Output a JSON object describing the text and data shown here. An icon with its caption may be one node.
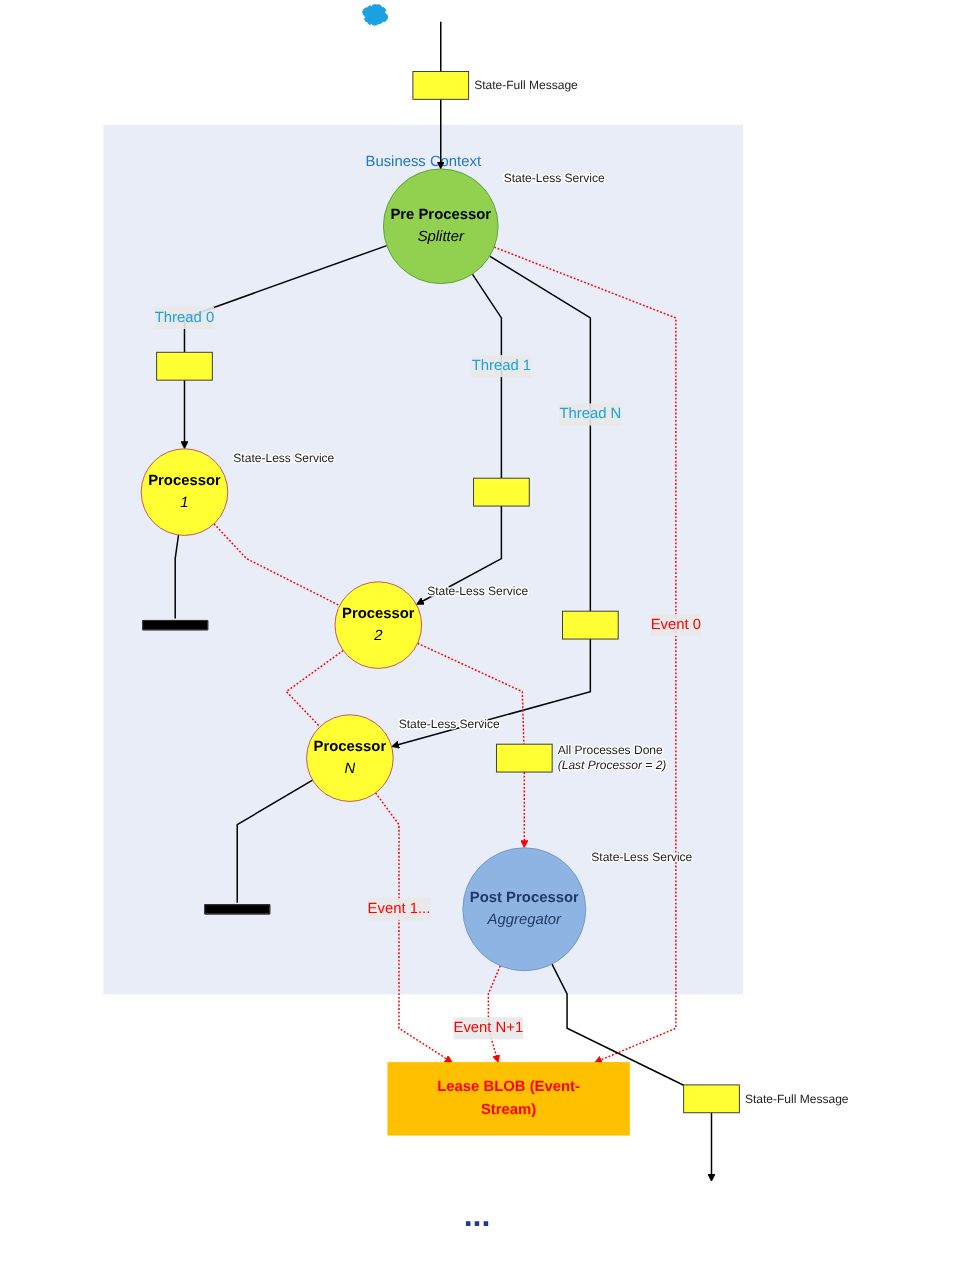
{
  "diagram": {
    "nodes": [
      {
        "text": [
          "Business Context"
        ]
      },
      {
        "text": [],
        "shape": "envelope",
        "beside": [
          "State-Full Message"
        ]
      },
      {
        "text": [
          "Pre Processor",
          "Splitter"
        ],
        "in": 0,
        "beside": [
          "State-Less Service"
        ]
      },
      {
        "text": [],
        "shape": "envelope",
        "in": 0
      },
      {
        "text": [],
        "shape": "envelope",
        "in": 0
      },
      {
        "text": [],
        "shape": "envelope",
        "in": 0
      },
      {
        "text": [
          "Processor",
          "1"
        ],
        "in": 0,
        "beside": [
          "State-Less Service"
        ]
      },
      {
        "text": [
          "Processor",
          "2"
        ],
        "in": 0,
        "beside": [
          "State-Less Service"
        ]
      },
      {
        "text": [
          "Processor",
          "N"
        ],
        "in": 0,
        "beside": [
          "State-Less Service"
        ]
      },
      {
        "text": [],
        "shape": "bar",
        "in": 0
      },
      {
        "text": [],
        "shape": "bar",
        "in": 0
      },
      {
        "text": [],
        "shape": "envelope",
        "in": 0,
        "beside": [
          "All Processes Done",
          "(Last Processor = 2)"
        ]
      },
      {
        "text": [
          "Post Processor",
          "Aggregator"
        ],
        "in": 0,
        "beside": [
          "State-Less Service"
        ]
      },
      {
        "text": [],
        "shape": "envelope",
        "beside": [
          "State-Full Message"
        ]
      },
      {
        "text": [],
        "shape": "cloud"
      },
      {
        "text": [
          "Lease BLOB (Event-Stream)"
        ]
      }
    ],
    "edges": [
      {
        "from": null,
        "to": 1,
        "arrow": "none"
      },
      {
        "from": 1,
        "to": 2,
        "arrow": "to"
      },
      {
        "from": 2,
        "to": 3,
        "arrow": "none",
        "label": "Thread 0"
      },
      {
        "from": 2,
        "to": 4,
        "arrow": "none",
        "label": "Thread 1"
      },
      {
        "from": 2,
        "to": 5,
        "arrow": "none",
        "label": "Thread N"
      },
      {
        "from": 3,
        "to": 6,
        "arrow": "to"
      },
      {
        "from": 4,
        "to": 7,
        "arrow": "to"
      },
      {
        "from": 5,
        "to": 8,
        "arrow": "to"
      },
      {
        "from": 6,
        "to": 9,
        "arrow": "none"
      },
      {
        "from": 8,
        "to": 10,
        "arrow": "none"
      },
      {
        "from": 6,
        "to": 7,
        "arrow": "none",
        "style": "dashed",
        "color": "#ff0000"
      },
      {
        "from": 7,
        "to": 8,
        "arrow": "none",
        "style": "dashed",
        "color": "#ff0000"
      },
      {
        "from": 7,
        "to": 11,
        "arrow": "none",
        "style": "dashed",
        "color": "#ff0000"
      },
      {
        "from": 11,
        "to": 12,
        "arrow": "to",
        "style": "dashed",
        "color": "#ff0000"
      },
      {
        "from": 2,
        "to": 15,
        "arrow": "to",
        "style": "dashed",
        "color": "#ff0000",
        "label": "Event 0"
      },
      {
        "from": 8,
        "to": 15,
        "arrow": "to",
        "style": "dashed",
        "color": "#ff0000",
        "label": "Event 1..."
      },
      {
        "from": 12,
        "to": 15,
        "arrow": "to",
        "style": "dashed",
        "color": "#ff0000",
        "label": "Event N+1"
      },
      {
        "from": 12,
        "to": 13,
        "arrow": "none"
      },
      {
        "from": 13,
        "to": null,
        "arrow": "to"
      }
    ],
    "labels": [
      "..."
    ]
  }
}
